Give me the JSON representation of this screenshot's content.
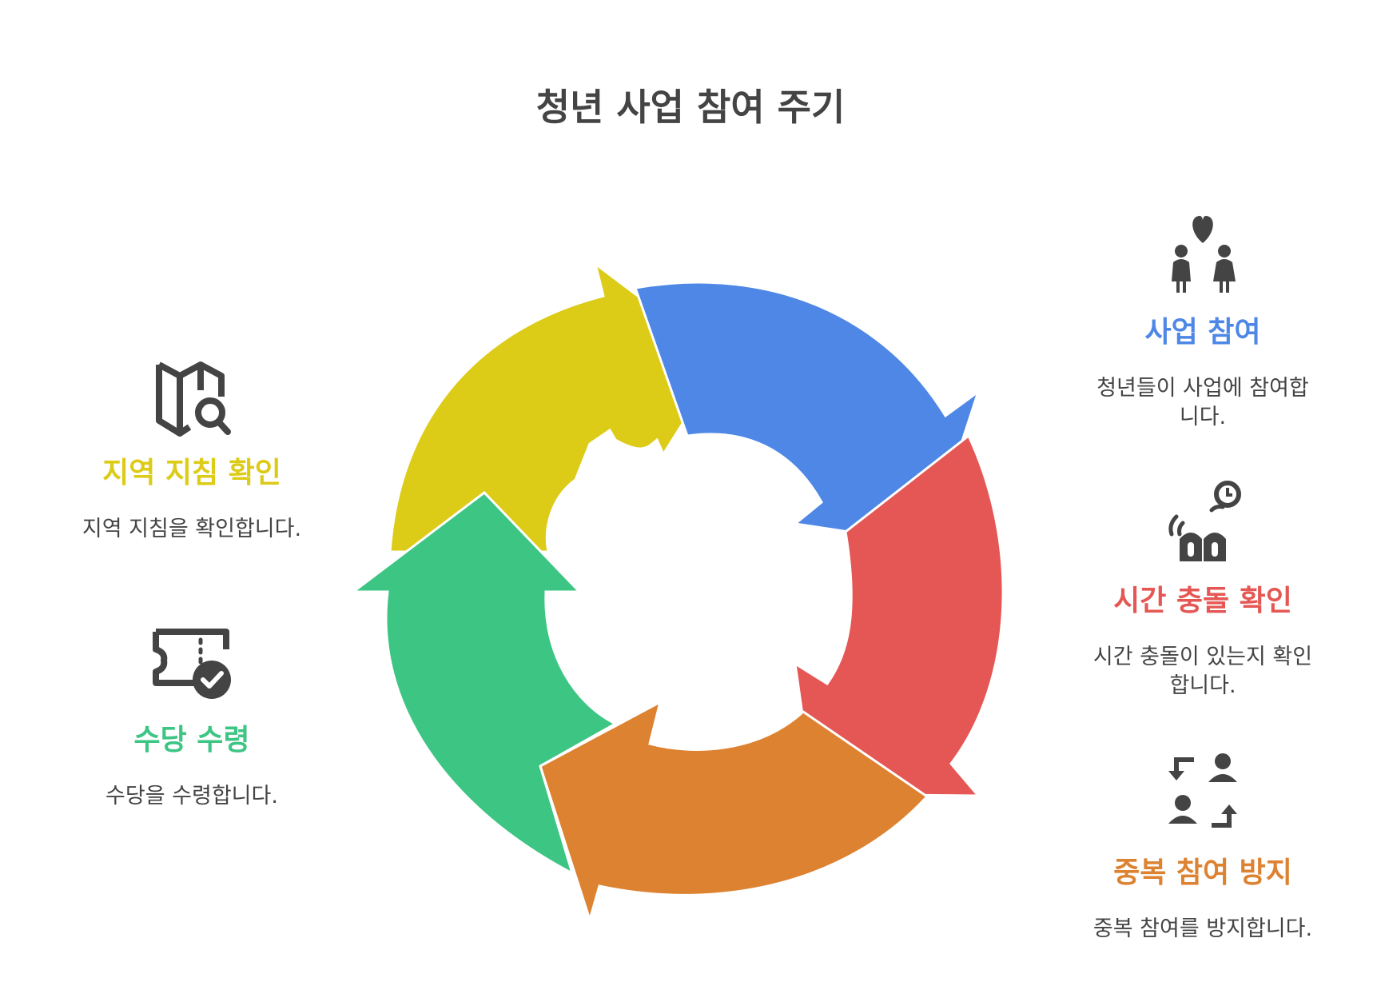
{
  "title": "청년 사업 참여 주기",
  "colors": {
    "blue": "#4e87e6",
    "red": "#e55754",
    "orange": "#dd8231",
    "green": "#3dc584",
    "yellow": "#dccb17",
    "text": "#444444"
  },
  "steps": [
    {
      "id": "participate",
      "label": "사업 참여",
      "description": "청년들이 사업에 참여합니다.",
      "color": "#4e87e6",
      "icon": "couple-heart-icon"
    },
    {
      "id": "time-check",
      "label": "시간 충돌 확인",
      "description": "시간 충돌이 있는지 확인합니다.",
      "color": "#e55754",
      "icon": "clock-people-icon"
    },
    {
      "id": "duplicate-prevent",
      "label": "중복 참여 방지",
      "description": "중복 참여를 방지합니다.",
      "color": "#dd8231",
      "icon": "swap-users-icon"
    },
    {
      "id": "allowance",
      "label": "수당 수령",
      "description": "수당을 수령합니다.",
      "color": "#3dc584",
      "icon": "ticket-check-icon"
    },
    {
      "id": "guideline",
      "label": "지역 지침 확인",
      "description": "지역 지침을 확인합니다.",
      "color": "#dccb17",
      "icon": "map-search-icon"
    }
  ]
}
